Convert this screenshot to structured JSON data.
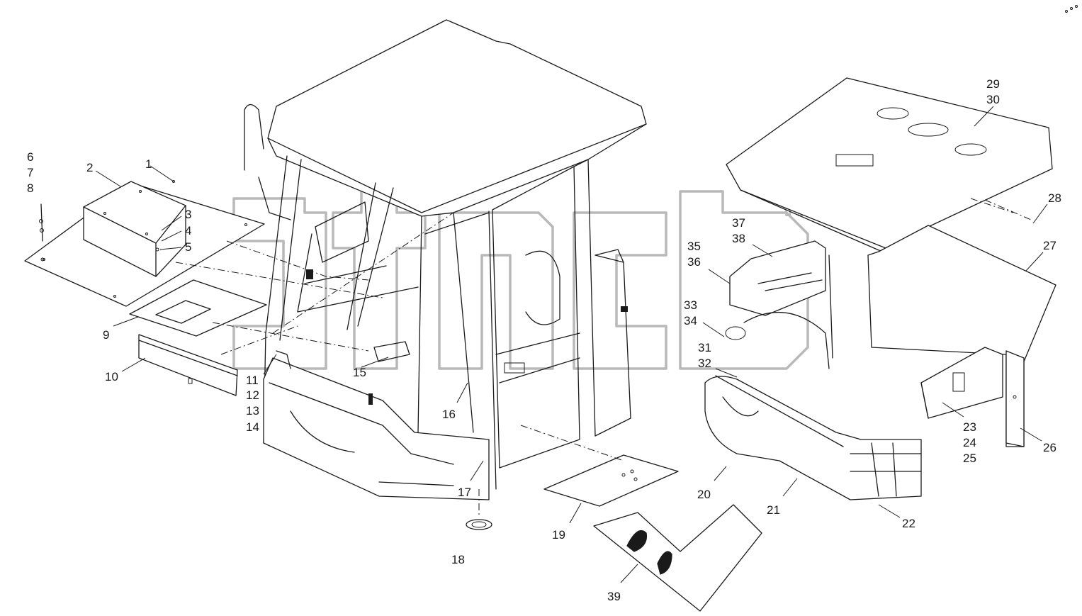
{
  "diagram": {
    "callouts": [
      "1",
      "2",
      "3",
      "4",
      "5",
      "6",
      "7",
      "8",
      "9",
      "10",
      "11",
      "12",
      "13",
      "14",
      "15",
      "16",
      "17",
      "18",
      "19",
      "20",
      "21",
      "22",
      "23",
      "24",
      "25",
      "26",
      "27",
      "28",
      "29",
      "30",
      "31",
      "32",
      "33",
      "34",
      "35",
      "36",
      "37",
      "38",
      "39"
    ]
  },
  "watermark": {
    "trademark": "TM"
  }
}
